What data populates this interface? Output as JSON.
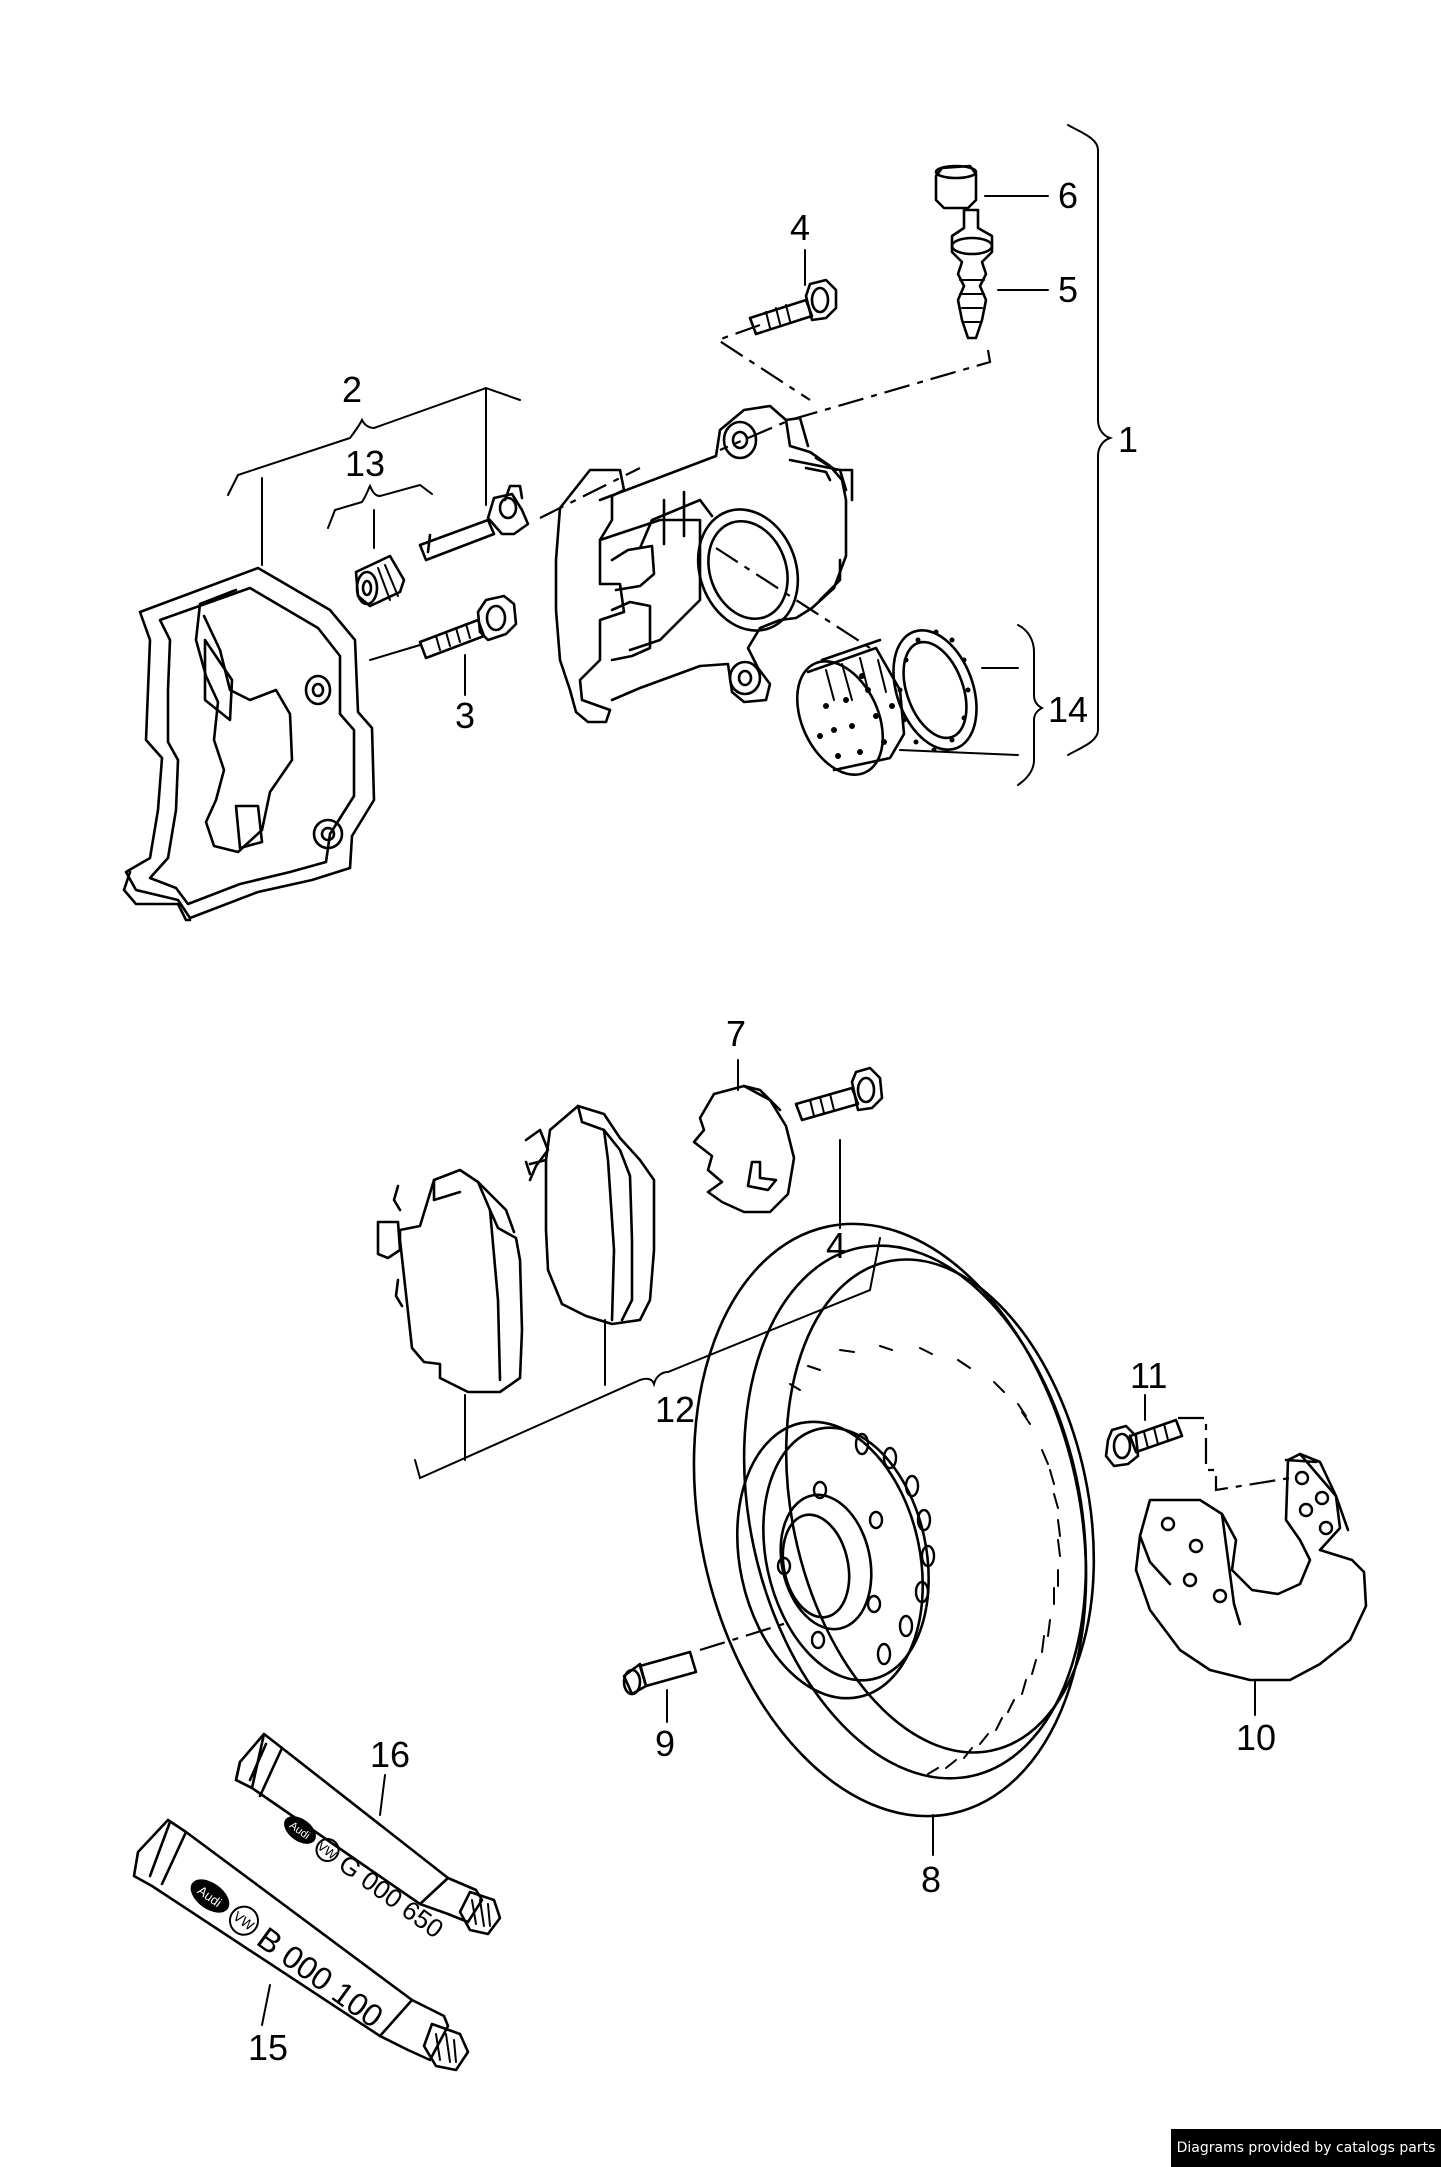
{
  "callouts": [
    {
      "id": "1",
      "text": "1"
    },
    {
      "id": "2",
      "text": "2"
    },
    {
      "id": "3",
      "text": "3"
    },
    {
      "id": "4a",
      "text": "4"
    },
    {
      "id": "4b",
      "text": "4"
    },
    {
      "id": "5",
      "text": "5"
    },
    {
      "id": "6",
      "text": "6"
    },
    {
      "id": "7",
      "text": "7"
    },
    {
      "id": "8",
      "text": "8"
    },
    {
      "id": "9",
      "text": "9"
    },
    {
      "id": "10",
      "text": "10"
    },
    {
      "id": "11",
      "text": "11"
    },
    {
      "id": "12",
      "text": "12"
    },
    {
      "id": "13",
      "text": "13"
    },
    {
      "id": "14",
      "text": "14"
    },
    {
      "id": "15",
      "text": "15"
    },
    {
      "id": "16",
      "text": "16"
    }
  ],
  "tubes": {
    "grease": {
      "brand": "Audi",
      "code": "G 000 650"
    },
    "paste": {
      "brand": "Audi",
      "code": "B 000 100"
    }
  },
  "footer": {
    "credit": "Diagrams provided by catalogs parts"
  }
}
